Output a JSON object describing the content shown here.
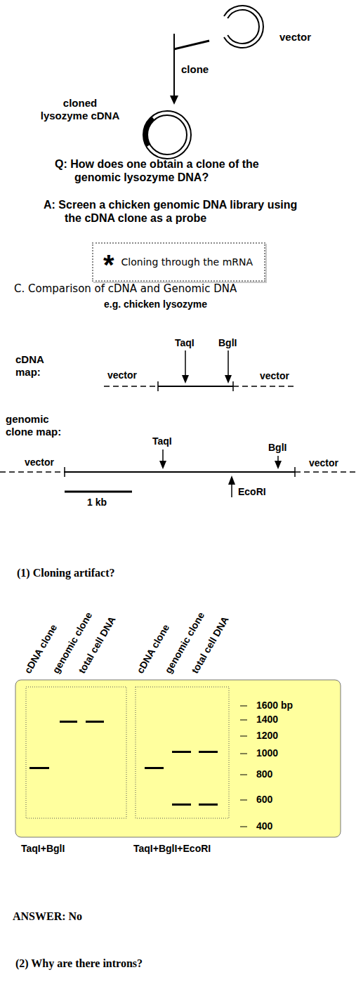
{
  "diagram": {
    "nodes": [
      {
        "text": [
          "*",
          "Cloning through the mRNA"
        ]
      },
      {
        "text": [
          "1600 bp",
          "1400",
          "1200",
          "1000",
          "800",
          "600",
          "400"
        ]
      }
    ],
    "labels": [
      "vector",
      "clone",
      "cloned lysozyme cDNA",
      "Q: How does one obtain a clone of the genomic lysozyme DNA?",
      "A: Screen a chicken genomic DNA library using the cDNA clone as a probe",
      "C. Comparison of cDNA and Genomic DNA",
      "e.g. chicken lysozyme",
      "cDNA map:",
      "TaqI",
      "BglI",
      "vector",
      "vector",
      "genomic clone map:",
      "TaqI",
      "BglI",
      "vector",
      "vector",
      "EcoRI",
      "1 kb",
      "(1) Cloning artifact?",
      "cDNA clone",
      "genomic clone",
      "total cell DNA",
      "cDNA clone",
      "genomic clone",
      "total cell DNA",
      "TaqI+BglI",
      "TaqI+BglI+EcoRI",
      "ANSWER: No",
      "(2) Why are there introns?"
    ]
  }
}
